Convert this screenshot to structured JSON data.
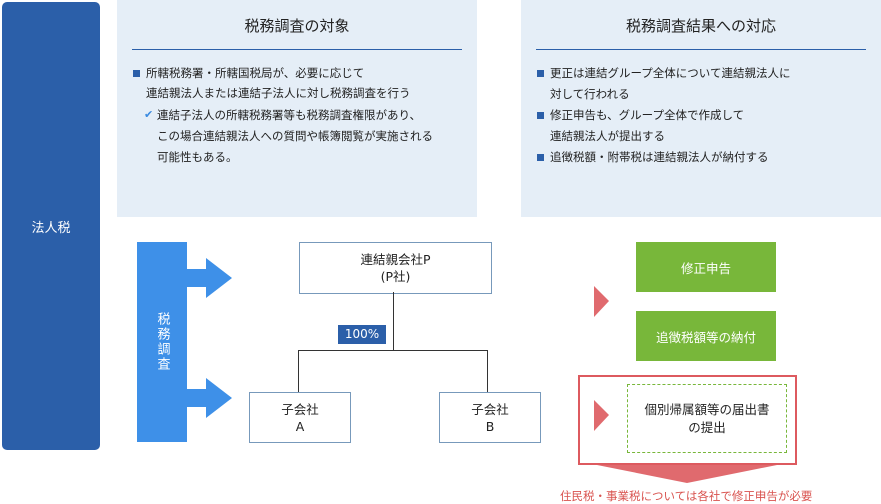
{
  "corp_tax_label": "法人税",
  "audit_target": {
    "title": "税務調査の対象",
    "bullet1_line1": "所轄税務署・所轄国税局が、必要に応じて",
    "bullet1_line2": "連結親法人または連結子法人に対し税務調査を行う",
    "check_line1": "連結子法人の所轄税務署等も税務調査権限があり、",
    "check_line2": "この場合連結親法人への質問や帳簿閲覧が実施される",
    "check_line3": "可能性もある。"
  },
  "audit_response": {
    "title": "税務調査結果への対応",
    "bullet1_line1": "更正は連結グループ全体について連結親法人に",
    "bullet1_line2": "対して行われる",
    "bullet2_line1": "修正申告も、グループ全体で作成して",
    "bullet2_line2": "連結親法人が提出する",
    "bullet3_line1": "追徴税額・附帯税は連結親法人が納付する"
  },
  "audit_label": "税務調査",
  "parent_company": {
    "line1": "連結親会社P",
    "line2": "(P社)"
  },
  "ownership_percent": "100%",
  "subsidiary_a": {
    "line1": "子会社",
    "line2": "A"
  },
  "subsidiary_b": {
    "line1": "子会社",
    "line2": "B"
  },
  "result_correction": "修正申告",
  "result_payment": "追徴税額等の納付",
  "notification": {
    "line1": "個別帰属額等の届出書",
    "line2": "の提出"
  },
  "footnote": "住民税・事業税については各社で修正申告が必要",
  "colors": {
    "navy": "#2b5fa9",
    "panel_bg": "#e5eef7",
    "audit_blue": "#3e90e8",
    "green": "#78b73a",
    "red": "#dd5a5f"
  }
}
